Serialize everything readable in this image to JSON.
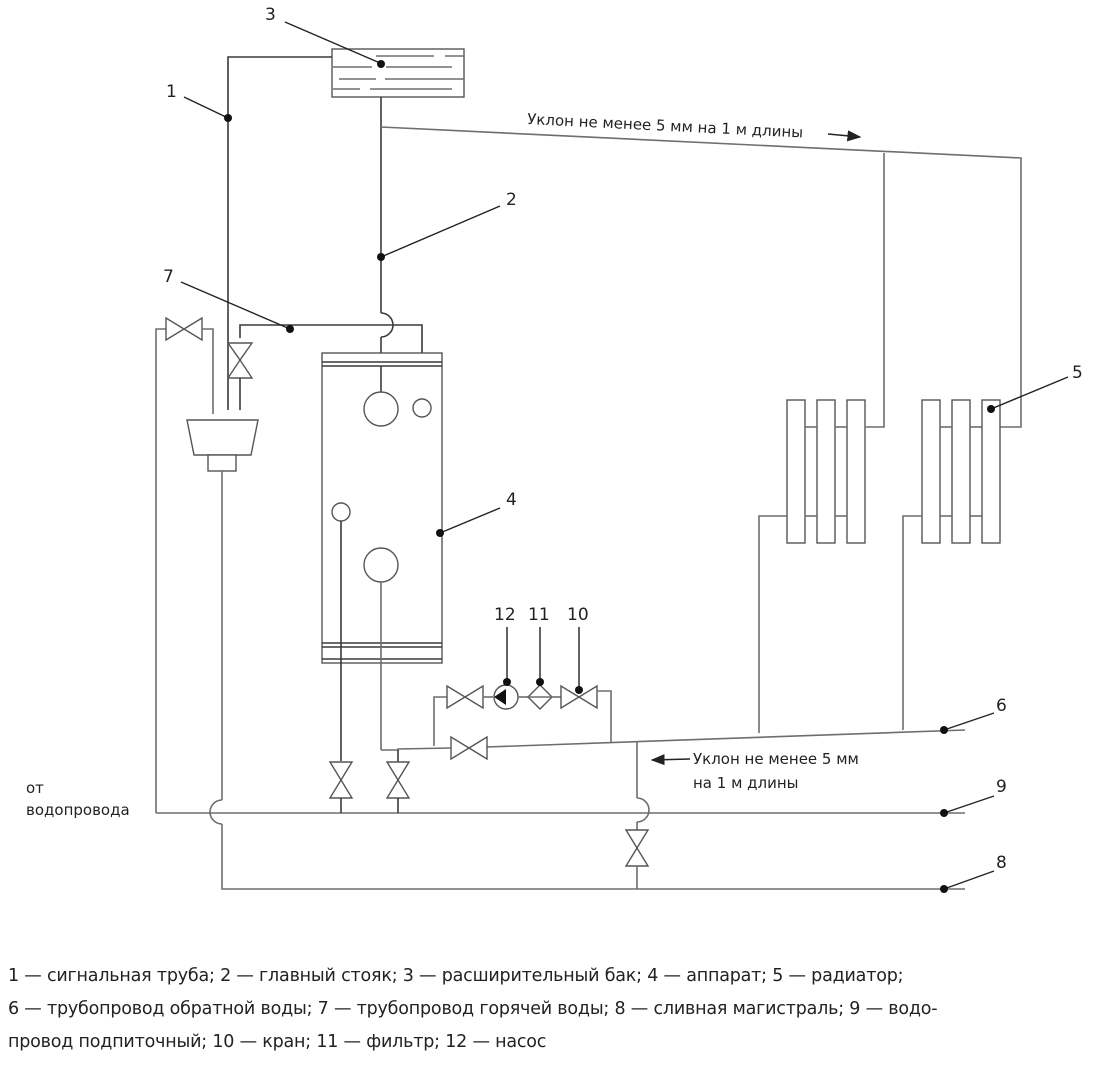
{
  "diagram": {
    "title": "Схема системы водяного отопления",
    "labels": {
      "n1": "1",
      "n2": "2",
      "n3": "3",
      "n4": "4",
      "n5": "5",
      "n6": "6",
      "n7": "7",
      "n8": "8",
      "n9": "9",
      "n10": "10",
      "n11": "11",
      "n12": "12"
    },
    "notes": {
      "slope_top": "Уклон не менее 5 мм на 1 м длины",
      "slope_bottom_line1": "Уклон не менее 5 мм",
      "slope_bottom_line2": "на 1 м длины",
      "water_supply_line1": "от",
      "water_supply_line2": "водопровода"
    },
    "components": [
      {
        "id": "1",
        "name": "сигнальная труба",
        "icon": "pipe"
      },
      {
        "id": "2",
        "name": "главный стояк",
        "icon": "pipe"
      },
      {
        "id": "3",
        "name": "расширительный бак",
        "icon": "tank"
      },
      {
        "id": "4",
        "name": "аппарат",
        "icon": "boiler"
      },
      {
        "id": "5",
        "name": "радиатор",
        "icon": "radiator"
      },
      {
        "id": "6",
        "name": "трубопровод обратной воды",
        "icon": "pipe"
      },
      {
        "id": "7",
        "name": "трубопровод горячей воды",
        "icon": "pipe"
      },
      {
        "id": "8",
        "name": "сливная магистраль",
        "icon": "pipe"
      },
      {
        "id": "9",
        "name": "водопровод подпиточный",
        "icon": "pipe"
      },
      {
        "id": "10",
        "name": "кран",
        "icon": "valve"
      },
      {
        "id": "11",
        "name": "фильтр",
        "icon": "filter"
      },
      {
        "id": "12",
        "name": "насос",
        "icon": "pump"
      }
    ]
  },
  "legend": {
    "line1": "1 — сигнальная труба; 2 — главный стояк; 3 — расширительный бак; 4 — аппарат; 5 — радиатор;",
    "line2": "6 — трубопровод обратной воды; 7 — трубопровод горячей воды; 8 — сливная магистраль; 9 — водо-",
    "line3": "провод подпиточный; 10 — кран; 11 — фильтр; 12 — насос"
  }
}
